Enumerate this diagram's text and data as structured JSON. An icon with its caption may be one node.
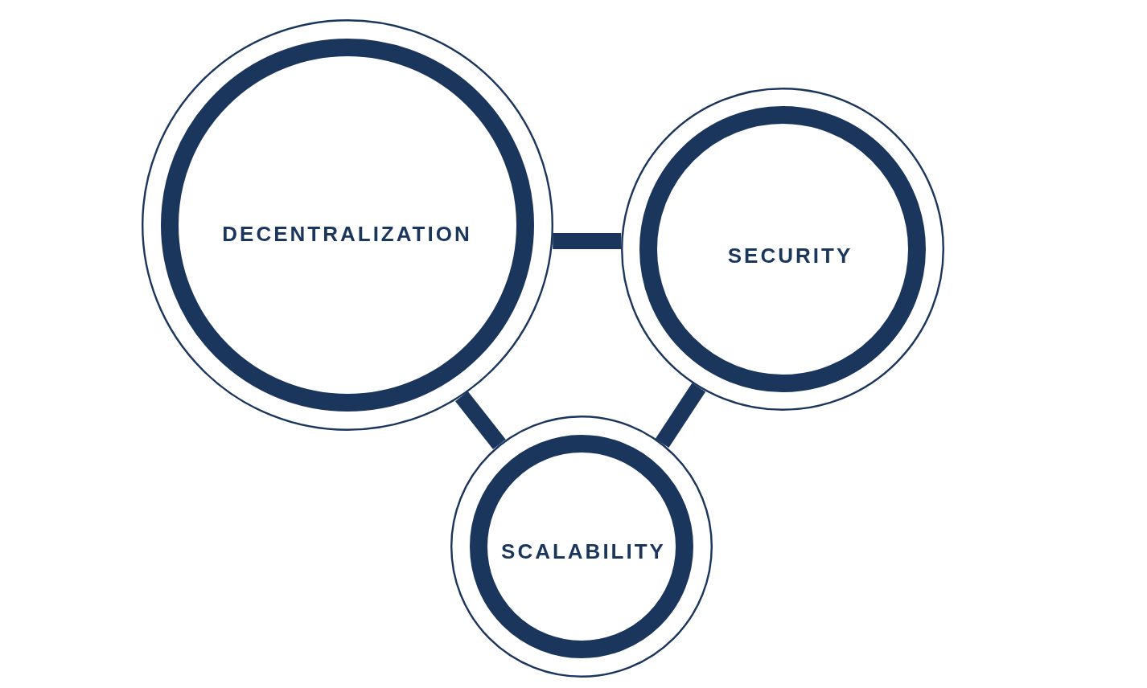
{
  "diagram": {
    "nodes": [
      {
        "text": [
          "DECENTRALIZATION"
        ]
      },
      {
        "text": [
          "SECURITY"
        ]
      },
      {
        "text": [
          "SCALABILITY"
        ]
      }
    ],
    "edges": [
      {
        "from": 0,
        "to": 1,
        "arrow": "none"
      },
      {
        "from": 0,
        "to": 2,
        "arrow": "none"
      },
      {
        "from": 1,
        "to": 2,
        "arrow": "none"
      }
    ]
  }
}
